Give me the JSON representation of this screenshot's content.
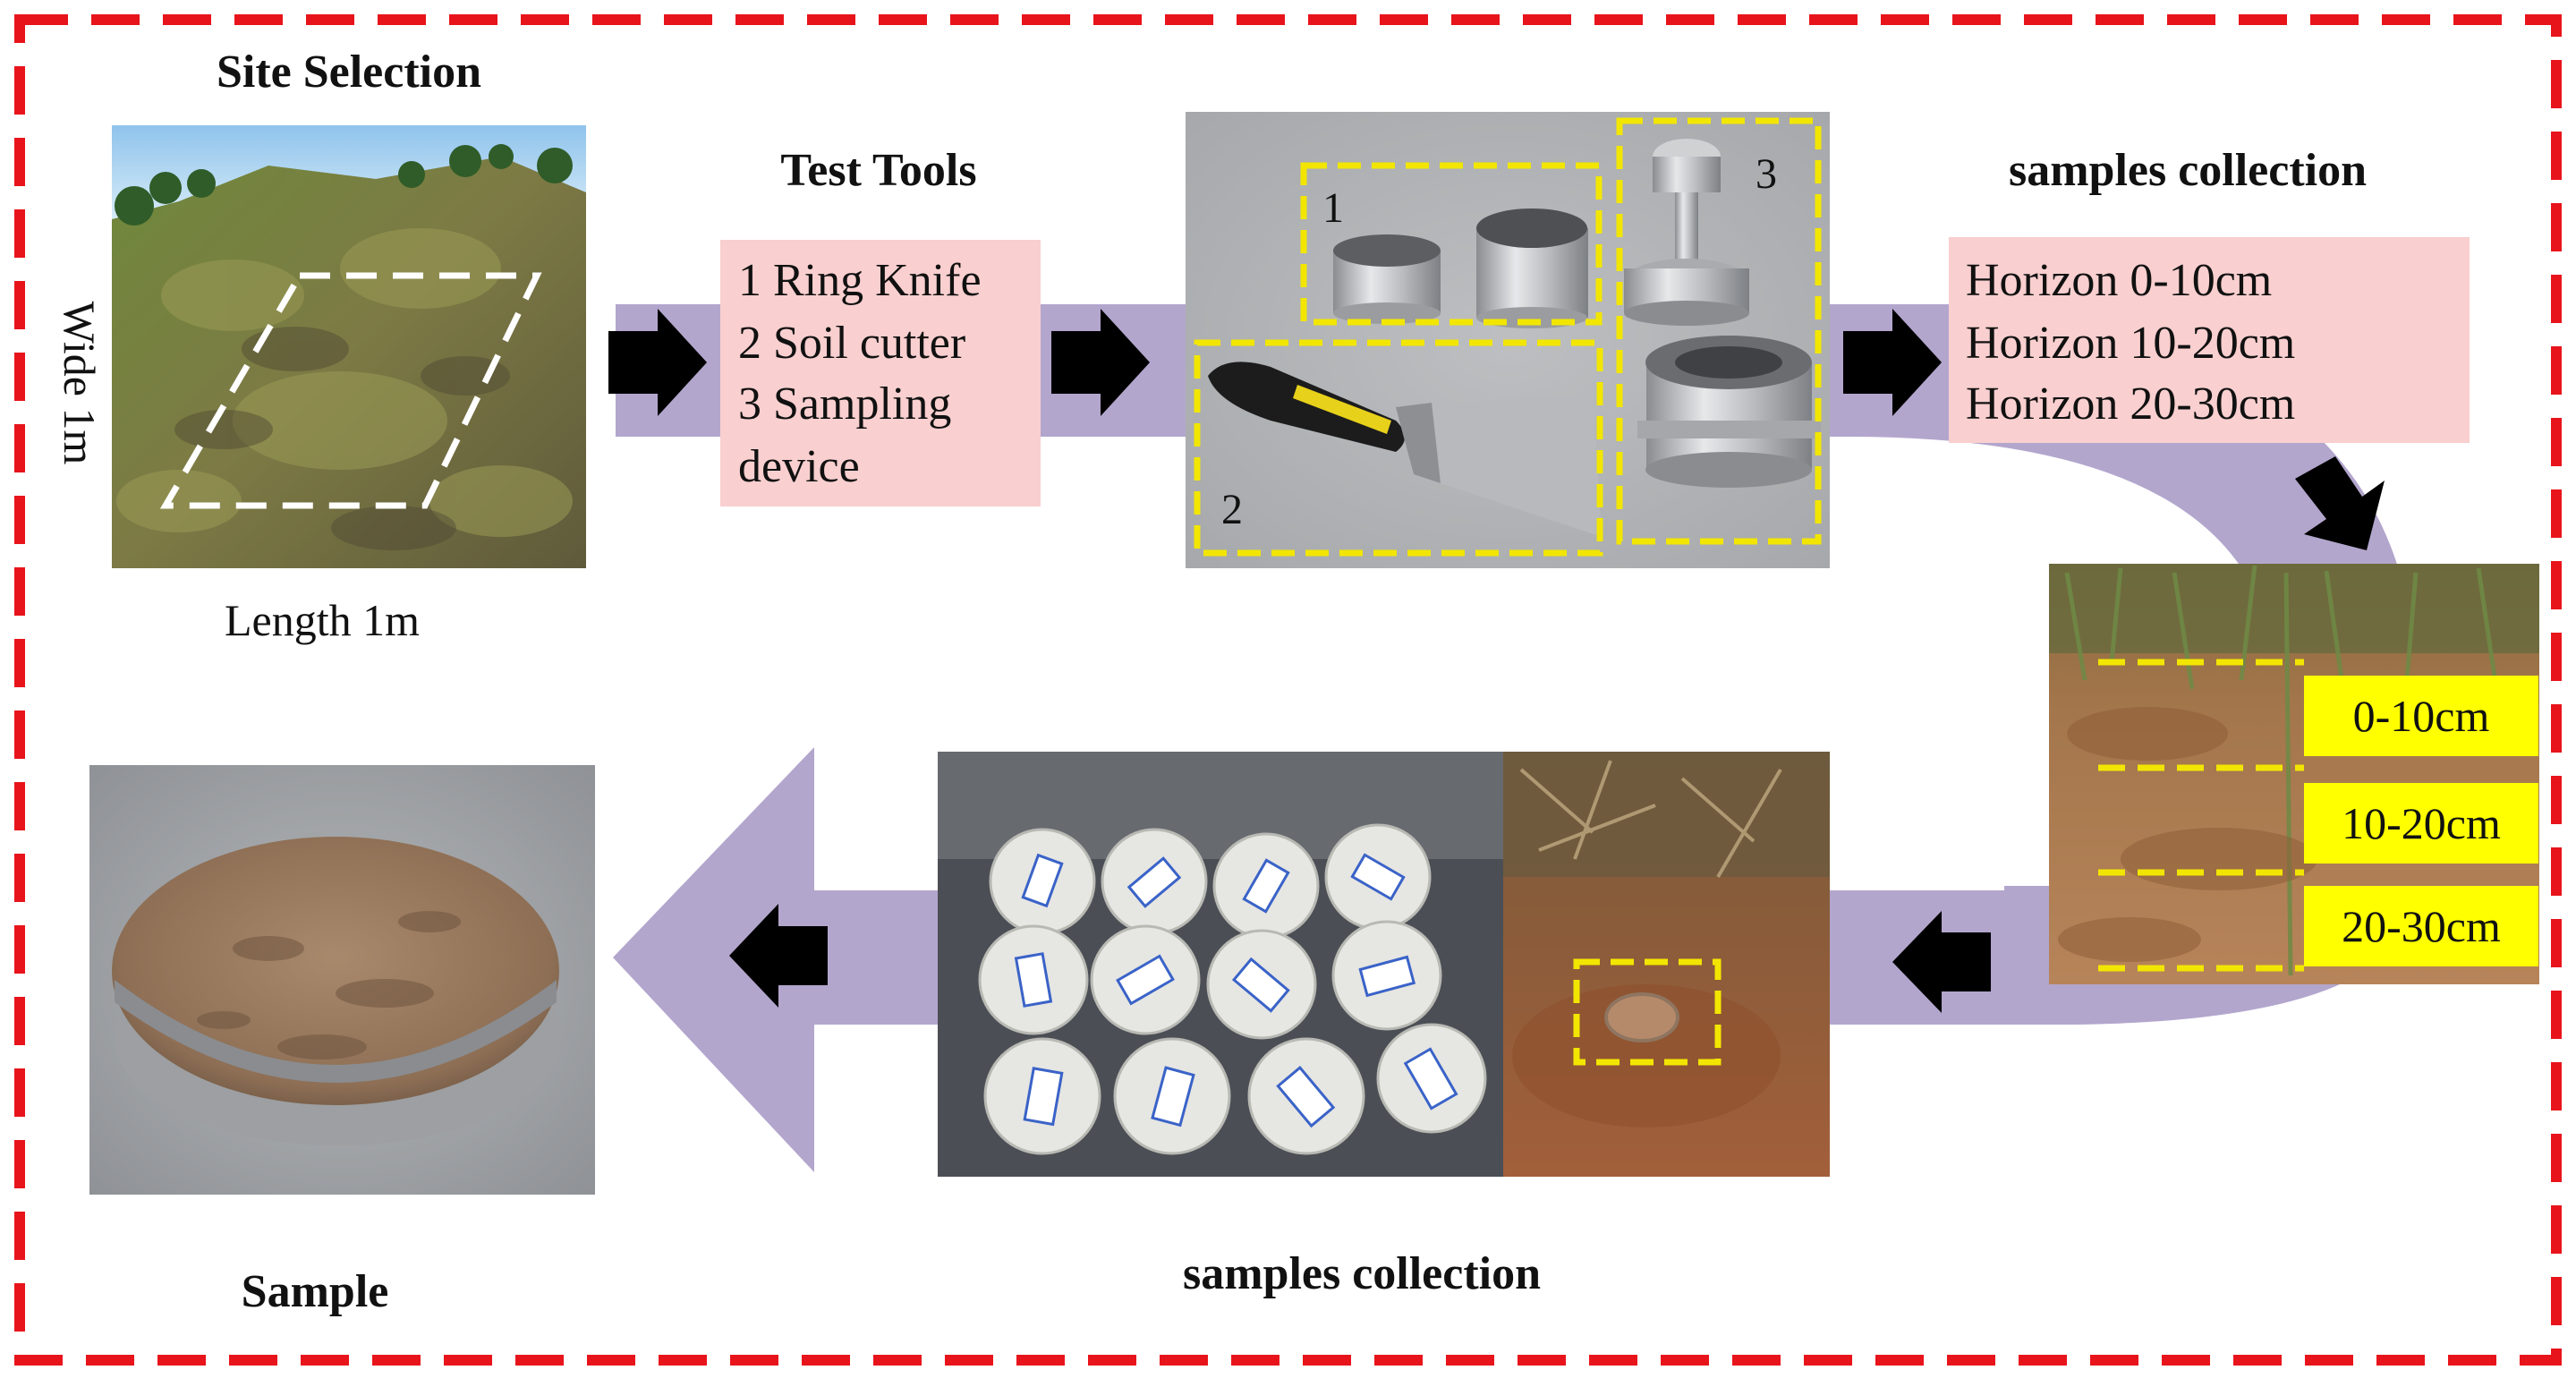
{
  "titles": {
    "site_selection": "Site Selection",
    "test_tools": "Test Tools",
    "samples_collection_top": "samples collection",
    "samples_collection_bottom": "samples collection",
    "sample": "Sample"
  },
  "plot_labels": {
    "wide": "Wide 1m",
    "length": "Length 1m"
  },
  "tools_list": [
    "1 Ring Knife",
    "2 Soil cutter",
    "3 Sampling",
    "device"
  ],
  "tool_photo_labels": [
    "1",
    "2",
    "3"
  ],
  "horizons_list": [
    "Horizon 0-10cm",
    "Horizon 10-20cm",
    "Horizon 20-30cm"
  ],
  "depth_tags": [
    "0-10cm",
    "10-20cm",
    "20-30cm"
  ],
  "colors": {
    "border_dash": "#e8141b",
    "flow_band": "#b3a6cd",
    "label_box": "#f9cfcf",
    "depth_tag": "#ffff00",
    "highlight_dash": "#f2e600",
    "arrow": "#000000"
  }
}
